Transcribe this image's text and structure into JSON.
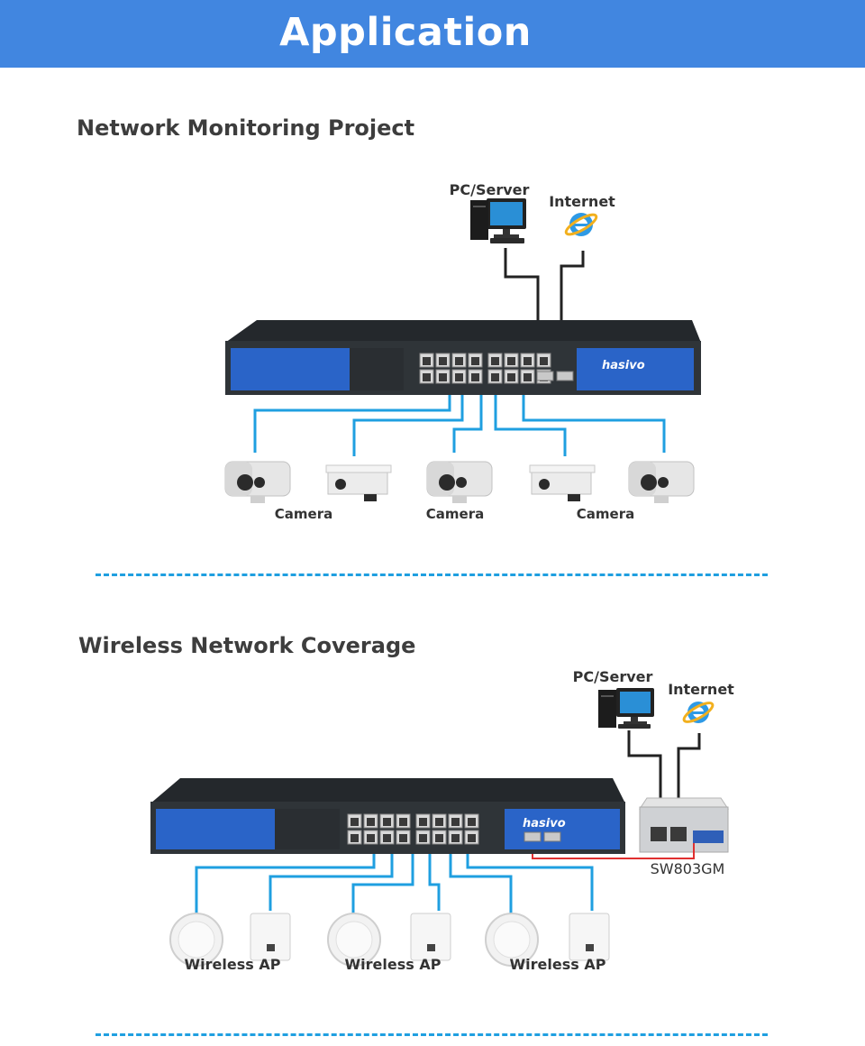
{
  "header": {
    "title": "Application"
  },
  "section1": {
    "title": "Network Monitoring Project",
    "pc_label": "PC/Server",
    "internet_label": "Internet",
    "camera_label_1": "Camera",
    "camera_label_2": "Camera",
    "camera_label_3": "Camera",
    "switch_brand": "hasivo"
  },
  "section2": {
    "title": "Wireless Network Coverage",
    "pc_label": "PC/Server",
    "internet_label": "Internet",
    "converter_label": "SW803GM",
    "ap_label_1": "Wireless AP",
    "ap_label_2": "Wireless AP",
    "ap_label_3": "Wireless AP",
    "switch_brand": "hasivo"
  },
  "colors": {
    "header": "#4186e0",
    "link": "#1f9fe0",
    "fiber": "#e03030",
    "switch_body": "#2f3438",
    "switch_panel": "#2a64c8"
  }
}
